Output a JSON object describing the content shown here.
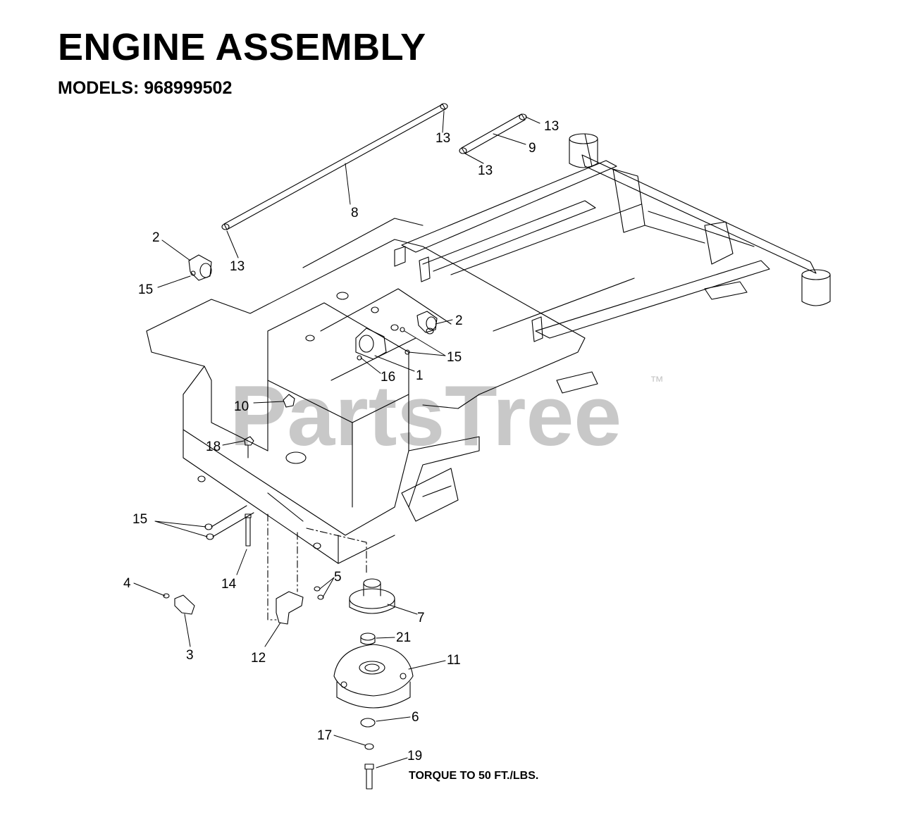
{
  "title": "ENGINE ASSEMBLY",
  "subtitle": "MODELS: 968999502",
  "watermark": "PartsTree",
  "trademark": "™",
  "torque_note": "TORQUE TO 50 FT./LBS.",
  "callouts": {
    "c1": "1",
    "c2a": "2",
    "c2b": "2",
    "c3": "3",
    "c4": "4",
    "c5": "5",
    "c6": "6",
    "c7": "7",
    "c8": "8",
    "c9": "9",
    "c10": "10",
    "c11": "11",
    "c12": "12",
    "c13a": "13",
    "c13b": "13",
    "c13c": "13",
    "c13d": "13",
    "c14": "14",
    "c15a": "15",
    "c15b": "15",
    "c15c": "15",
    "c16": "16",
    "c17": "17",
    "c18": "18",
    "c19": "19",
    "c21": "21"
  },
  "colors": {
    "line": "#000000",
    "watermark": "#c8c8c8"
  }
}
